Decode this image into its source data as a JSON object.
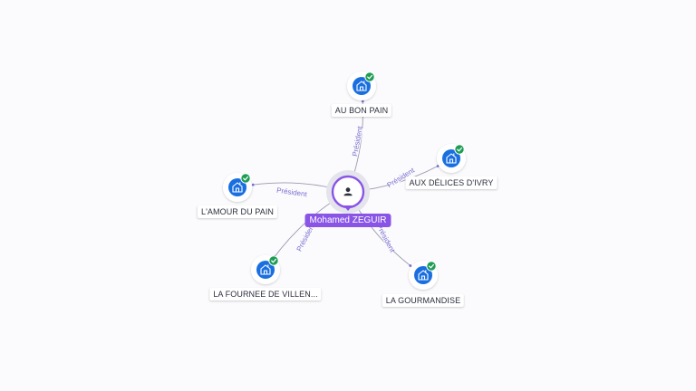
{
  "center": {
    "name": "Mohamed ZEGUIR",
    "color": "#8a55e6",
    "icon": "person-icon"
  },
  "edge_label": "Président",
  "companies": [
    {
      "name": "AU BON PAIN",
      "status": "active",
      "icon": "building-icon"
    },
    {
      "name": "AUX DÉLICES D'IVRY",
      "status": "active",
      "icon": "building-icon"
    },
    {
      "name": "L'AMOUR DU PAIN",
      "status": "active",
      "icon": "building-icon"
    },
    {
      "name": "LA FOURNEE DE VILLEN...",
      "status": "active",
      "icon": "building-icon"
    },
    {
      "name": "LA GOURMANDISE",
      "status": "active",
      "icon": "building-icon"
    }
  ],
  "colors": {
    "company_icon": "#1a6fe0",
    "status_ok": "#1f9d55",
    "edge": "#9a9ab0"
  }
}
